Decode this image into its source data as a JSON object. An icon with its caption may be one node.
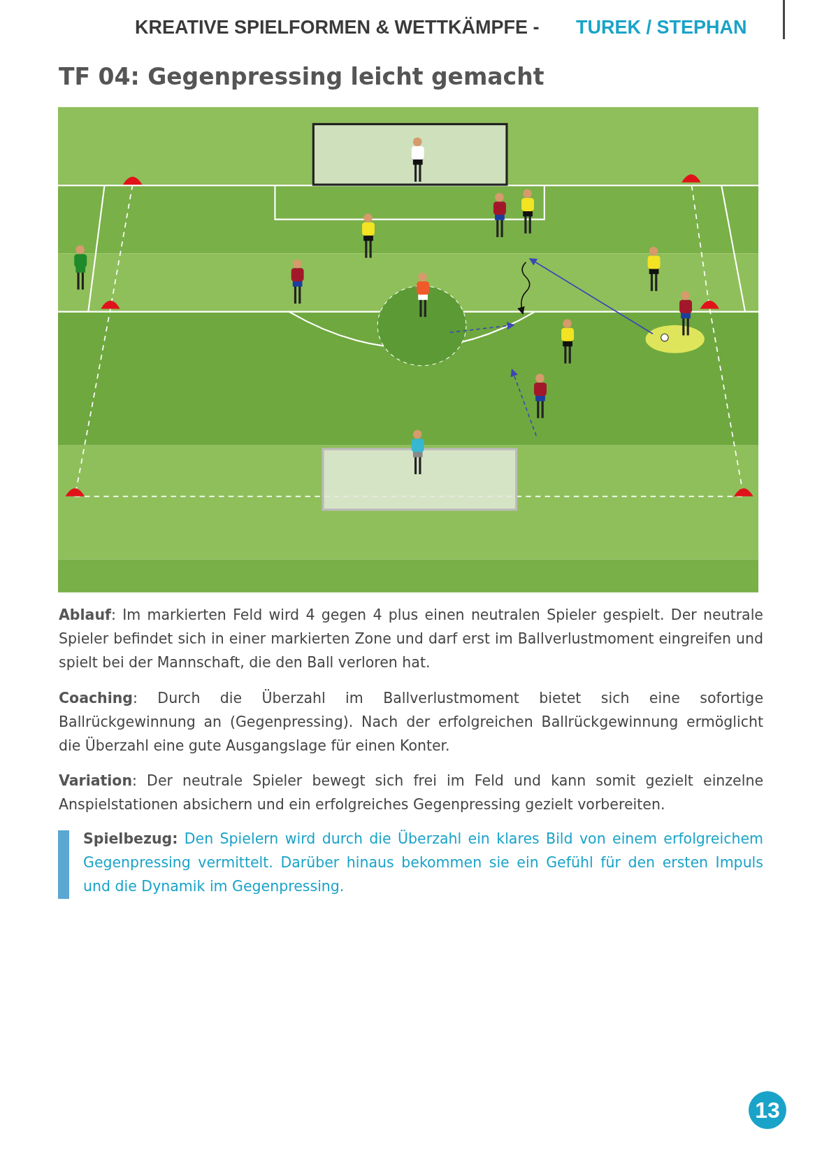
{
  "diagram": {
    "title": "TF 04: Gegenpressing leicht gemacht",
    "labels": [
      "KREATIVE SPIELFORMEN & WETTKÄMPFE -",
      "TUREK / STEPHAN",
      "**Ablauf**: Im markierten Feld wird 4 gegen 4 plus einen neutralen Spieler gespielt. Der neutrale Spieler befindet sich in einer markierten Zone und darf erst im Ballverlustmoment eingreifen und spielt bei der Mannschaft, die den Ball verloren hat.",
      "**Coaching**: Durch die Überzahl im Ballverlustmoment bietet sich eine sofortige Ballrückgewinnung an (Gegenpressing). Nach der erfolgreichen Ballrückgewinnung ermöglicht die Überzahl eine gute Ausgangslage für einen Konter.",
      "**Variation**: Der neutrale Spieler bewegt sich frei im Feld und kann somit gezielt einzelne Anspielstationen absichern und ein erfolgreiches Gegenpressing gezielt vorbereiten.",
      "**Spielbezug:** Den Spielern wird durch die Überzahl ein klares Bild von einem erfolgreichem Gegenpressing vermittelt. Darüber hinaus bekommen sie ein Gefühl für den ersten Impuls und die Dynamik im Gegenpressing.",
      "13"
    ]
  }
}
